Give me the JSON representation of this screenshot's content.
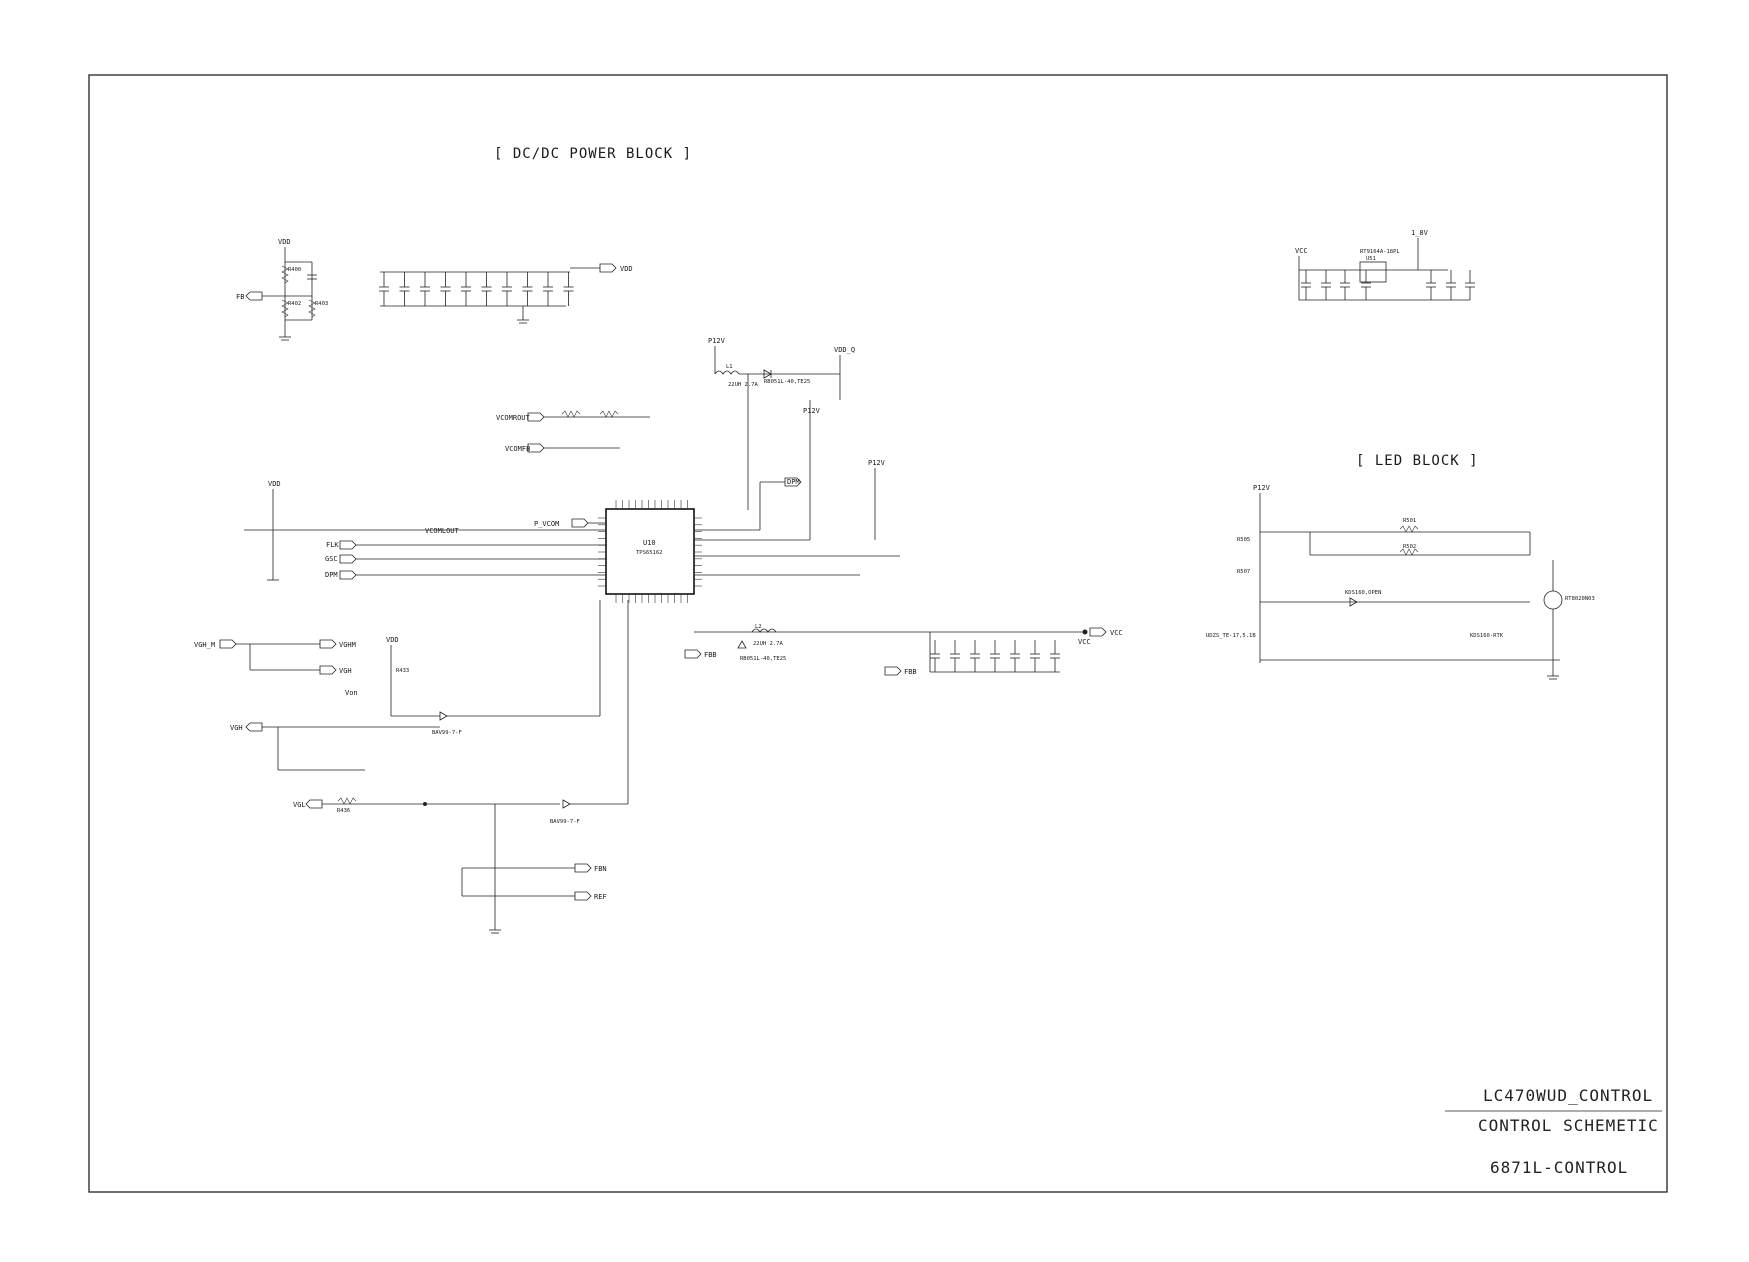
{
  "blocks": {
    "dcdc": "[ DC/DC POWER BLOCK ]",
    "led": "[ LED BLOCK ]"
  },
  "title_block": {
    "model": "LC470WUD_CONTROL",
    "sheet": "CONTROL SCHEMETIC",
    "code": "6871L-CONTROL"
  },
  "rails": {
    "vdd": "VDD",
    "vdd_q": "VDD_Q",
    "p12v": "P12V",
    "vcc": "VCC",
    "v1_8": "1_8V",
    "von": "Von"
  },
  "nets": {
    "fb": "FB",
    "vdd": "VDD",
    "vcomrout": "VCOMROUT",
    "vcomfb": "VCOMFB",
    "dpm": "DPM",
    "vcomlout": "VCOMLOUT",
    "p_vcom": "P_VCOM",
    "flk": "FLK",
    "gsc": "GSC",
    "vcc": "VCC",
    "fbb1": "FBB",
    "fbb2": "FBB",
    "vgh_m": "VGH_M",
    "vghm": "VGHM",
    "vgh_r": "VGH",
    "vgh": "VGH",
    "vgl": "VGL",
    "fbn": "FBN",
    "ref": "REF"
  },
  "parts": {
    "u10": "U10",
    "u10_part": "TPS65162",
    "u51": "U51",
    "u51_part": "RT9164A-18PL",
    "d30_part": "RB051L-40,TE25",
    "d31_part": "RB051L-40,TE25",
    "l1": "L1",
    "l1_val": "22UH 2.7A",
    "l2": "L2",
    "l2_val": "22UH 2.7A",
    "q10_part": "BAV99-7-F",
    "d5_part": "BAV99-7-F",
    "q8_part": "RT8020N03",
    "d20_part": "KDS160,OPEN",
    "d21_part": "KDS160-RTK",
    "zd0_part": "UDZS_TE-17,5.1B",
    "r400": "R400",
    "r402": "R402",
    "r403": "R403",
    "r433": "R433",
    "r436": "R436",
    "r501": "R501",
    "r502": "R502",
    "r505": "R505",
    "r507": "R507"
  }
}
